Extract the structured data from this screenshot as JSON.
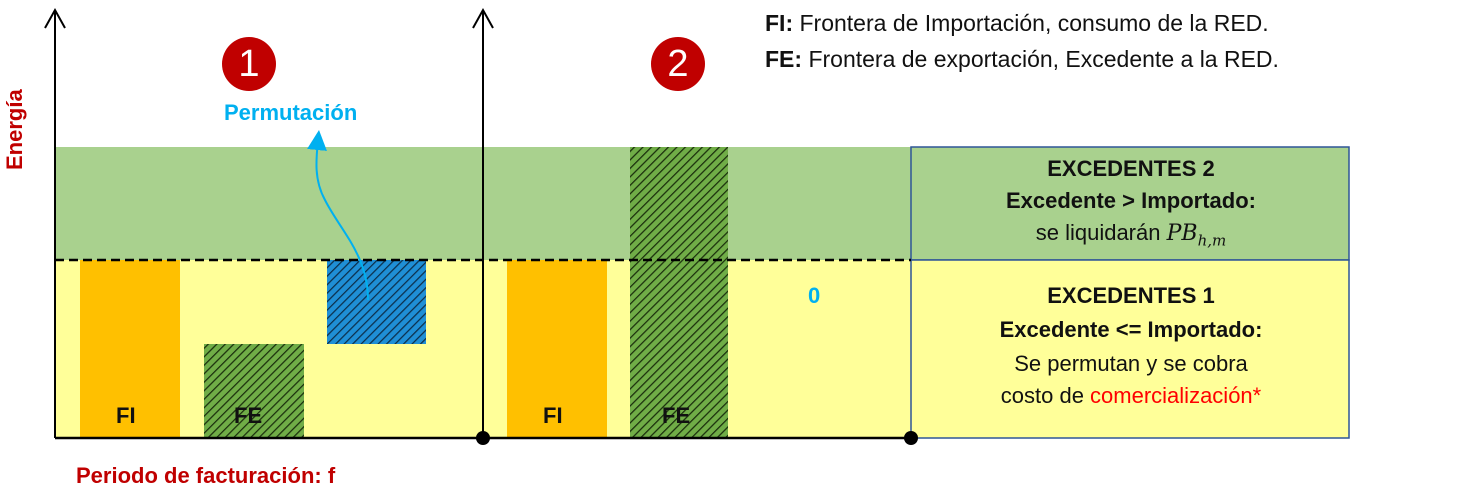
{
  "legend": {
    "fi_key": "FI:",
    "fi_text": " Frontera de Importación, consumo de la RED.",
    "fe_key": "FE:",
    "fe_text": " Frontera de exportación, Excedente a la RED."
  },
  "axes": {
    "y_label": "Energía",
    "x_label": "Periodo de facturación: f"
  },
  "badges": {
    "one": "1",
    "two": "2"
  },
  "arrow_label": "Permutación",
  "zero_label": "0",
  "bars": {
    "fi": "FI",
    "fe": "FE"
  },
  "panel_top": {
    "title": "EXCEDENTES 2",
    "subtitle": "Excedente > Importado:",
    "text": "se liquidarán ",
    "formula_base": "PB",
    "formula_sub": "h,m"
  },
  "panel_bottom": {
    "title": "EXCEDENTES 1",
    "subtitle": "Excedente <= Importado:",
    "line1": "Se permutan y se cobra",
    "line2_prefix": "costo de ",
    "line2_highlight": "comercialización*"
  },
  "colors": {
    "green_zone": "#a9d18e",
    "yellow_zone": "#ffff99",
    "fi_bar": "#ffc000",
    "fe_bar": "#70ad47",
    "permutation_bar": "#1f8fd6",
    "accent_red": "#c00000",
    "accent_blue": "#00b0f0",
    "red_text": "#ff0000"
  }
}
